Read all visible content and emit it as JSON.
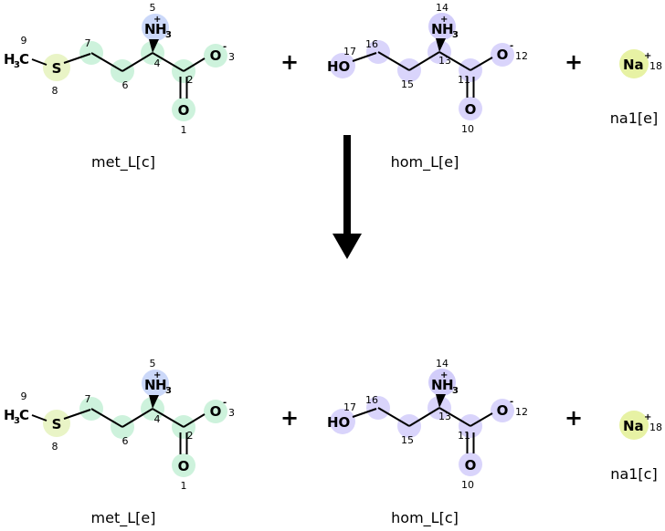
{
  "captions": {
    "met_top": "met_L[c]",
    "hom_top": "hom_L[e]",
    "na_top": "na1[e]",
    "met_bottom": "met_L[e]",
    "hom_bottom": "hom_L[c]",
    "na_bottom": "na1[c]"
  },
  "operators": {
    "plus": "+"
  },
  "glyphs": {
    "H": "H",
    "C": "C",
    "S": "S",
    "N": "N",
    "O": "O",
    "HO": "HO",
    "Na": "Na",
    "sub3": "3",
    "plus": "+",
    "minus": "-"
  },
  "nums": {
    "n1": "1",
    "n2": "2",
    "n3": "3",
    "n4": "4",
    "n5": "5",
    "n6": "6",
    "n7": "7",
    "n8": "8",
    "n9": "9",
    "n10": "10",
    "n11": "11",
    "n12": "12",
    "n13": "13",
    "n14": "14",
    "n15": "15",
    "n16": "16",
    "n17": "17",
    "n18": "18"
  },
  "colors": {
    "met_highlight": "#cdf2dc",
    "sulfur_highlight": "#e9f4c6",
    "met_n_highlight": "#cbd8f9",
    "hom_highlight": "#d9d4fb",
    "hom_n_highlight": "#d2cdfa",
    "na_highlight": "#e7f2a4",
    "nitrogen": "#3346d3",
    "oxygen": "#c6242e",
    "sulfur": "#b8b827",
    "sodium": "#a18cd0"
  }
}
